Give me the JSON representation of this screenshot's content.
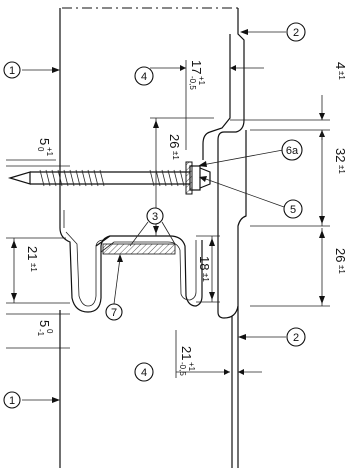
{
  "callouts": {
    "part_1": "1",
    "part_2": "2",
    "part_3": "3",
    "part_4": "4",
    "part_5": "5",
    "part_6a": "6a",
    "part_7": "7"
  },
  "dimensions": {
    "d17": {
      "base": "17",
      "upper": "+1",
      "lower": "-0,5"
    },
    "d4": {
      "base": "4",
      "tol": "±1"
    },
    "d5_top": {
      "base": "5",
      "upper": "+1",
      "lower": "0"
    },
    "d26_left": {
      "base": "26",
      "tol": "±1"
    },
    "d32": {
      "base": "32",
      "tol": "±1"
    },
    "d21_left": {
      "base": "21",
      "tol": "±1"
    },
    "d18": {
      "base": "18",
      "tol": "±1"
    },
    "d26_right": {
      "base": "26",
      "tol": "±1"
    },
    "d5_bottom": {
      "base": "5",
      "upper": "0",
      "lower": "-1"
    },
    "d21_bottom": {
      "base": "21",
      "upper": "+1",
      "lower": "-0,5"
    }
  }
}
